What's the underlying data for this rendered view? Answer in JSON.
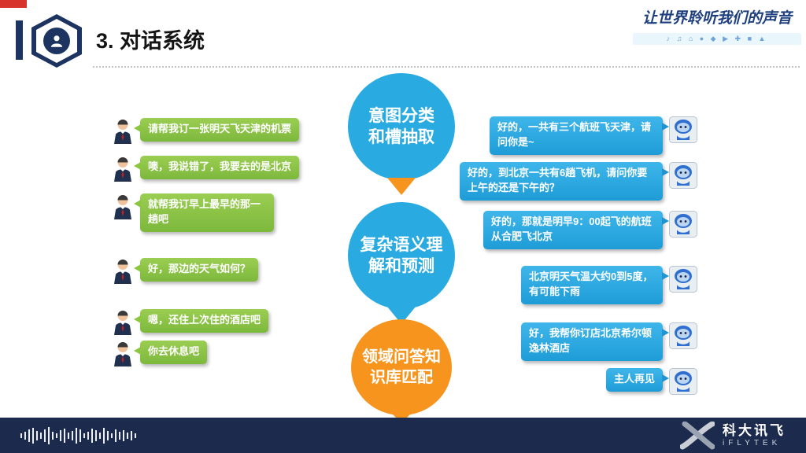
{
  "header": {
    "title": "3. 对话系统",
    "banner_calligraphy": "让世界聆听我们的声音",
    "banner_icons": "♪ ♫ ⌂ ● ◆ ▶ ✚ ■ ▲"
  },
  "nodes": [
    {
      "label": "意图分类\n和槽抽取"
    },
    {
      "label": "复杂语义理\n解和预测"
    },
    {
      "label": "领域问答知\n识库匹配"
    }
  ],
  "user_messages": [
    "请帮我订一张明天飞天津的机票",
    "噢，我说错了，我要去的是北京",
    "就帮我订早上最早的那一趟吧",
    "好，那边的天气如何？",
    "嗯，还住上次住的酒店吧",
    "你去休息吧"
  ],
  "bot_messages": [
    "好的，一共有三个航班飞天津，请问你是~",
    "好的，到北京一共有6趟飞机，请问你要上午的还是下午的？",
    "好的，那就是明早9：00起飞的航班从合肥飞北京",
    "北京明天气温大约0到5度，有可能下雨",
    "好，我帮你订店北京希尔顿逸林酒店",
    "主人再见"
  ],
  "footer": {
    "brand_cn": "科大讯飞",
    "brand_en": "iFLYTEK"
  },
  "colors": {
    "blue": "#29ABE2",
    "green": "#8DC63F",
    "orange": "#F7941D",
    "navy": "#1C2B4D",
    "red": "#D7352B"
  }
}
